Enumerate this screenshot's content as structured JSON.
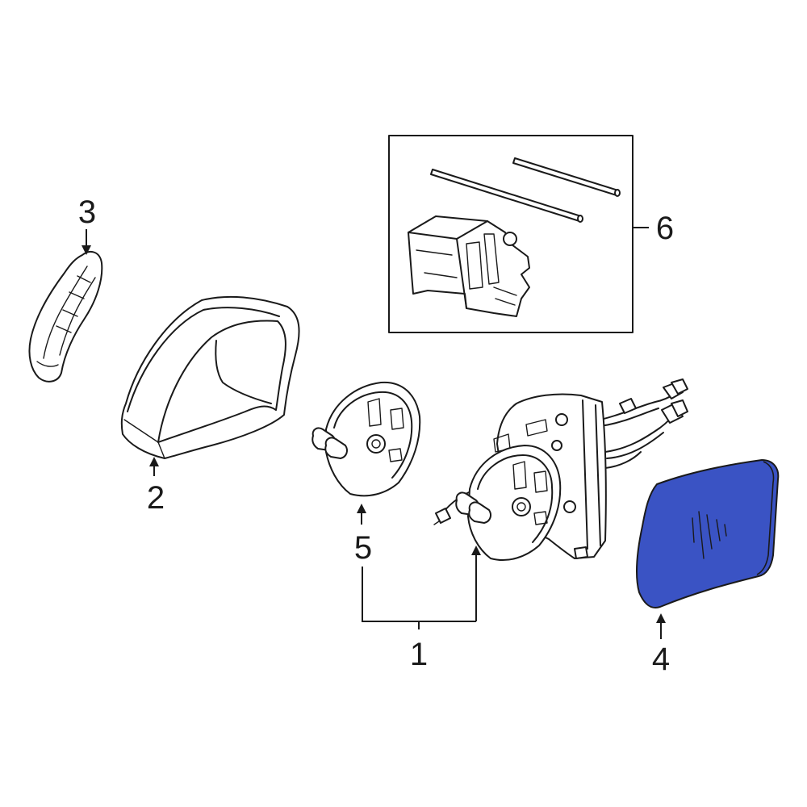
{
  "diagram": {
    "highlight_color": "#3a53c4",
    "line_color": "#1a1a1a",
    "callouts": {
      "c1": "1",
      "c2": "2",
      "c3": "3",
      "c4": "4",
      "c5": "5",
      "c6": "6"
    }
  }
}
